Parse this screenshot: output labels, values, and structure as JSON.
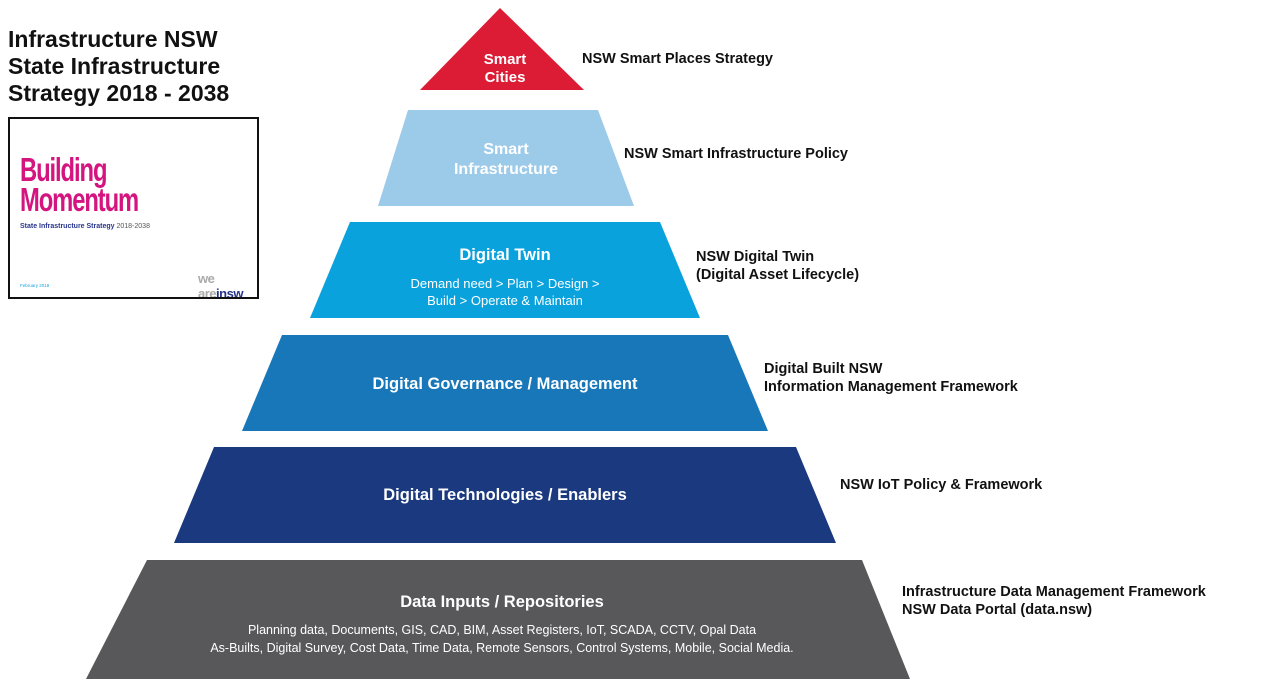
{
  "heading": {
    "line1": "Infrastructure NSW",
    "line2": "State Infrastructure",
    "line3": "Strategy 2018 - 2038"
  },
  "cover": {
    "title_line1": "Building",
    "title_line2": "Momentum",
    "subtitle_bold": "State Infrastructure Strategy",
    "subtitle_years": "2018-2038",
    "date": "February 2018",
    "logo_text": "we are",
    "logo_brand": "insw"
  },
  "colors": {
    "smart_cities": "#dc1c35",
    "smart_infrastructure": "#9ccbea",
    "digital_twin": "#0aa2dd",
    "digital_governance": "#1877b8",
    "digital_technologies": "#1a397e",
    "data_inputs": "#58585b",
    "highlight_red": "#e30d2e"
  },
  "tiers": {
    "smart_cities": {
      "title_line1": "Smart",
      "title_line2": "Cities"
    },
    "smart_infrastructure": {
      "title_line1": "Smart",
      "title_line2": "Infrastructure"
    },
    "digital_twin": {
      "title": "Digital Twin",
      "body_line1": "Demand need > Plan > Design >",
      "body_line2": "Build > Operate & Maintain"
    },
    "digital_governance": {
      "title": "Digital Governance / Management"
    },
    "digital_technologies": {
      "title": "Digital Technologies / Enablers"
    },
    "data_inputs": {
      "title": "Data Inputs / Repositories",
      "body_line1": "Planning data, Documents, GIS, CAD, BIM, Asset Registers, IoT, SCADA, CCTV, Opal Data",
      "body_line2": "As-Builts, Digital Survey, Cost Data, Time Data, Remote Sensors, Control Systems, Mobile, Social Media."
    }
  },
  "labels": {
    "smart_cities": "NSW Smart Places Strategy",
    "smart_infrastructure": "NSW Smart Infrastructure Policy",
    "digital_twin_line1": "NSW Digital Twin",
    "digital_twin_line2": "(Digital Asset Lifecycle)",
    "digital_governance_line1": "Digital Built NSW",
    "digital_governance_line2": "Information Management Framework",
    "digital_technologies": "NSW IoT Policy & Framework",
    "data_inputs_line1": "Infrastructure Data Management Framework",
    "data_inputs_line2": "NSW Data Portal (data.nsw)"
  }
}
